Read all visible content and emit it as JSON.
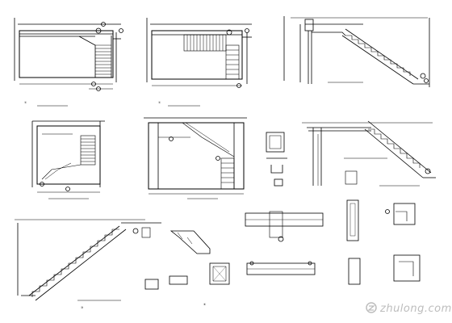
{
  "drawing": {
    "background": "#ffffff",
    "line_color": "#000000",
    "panels": [
      {
        "id": "plan-1",
        "caption_symbol": "①"
      },
      {
        "id": "plan-2",
        "caption_symbol": "①"
      },
      {
        "id": "flight-elevation-top",
        "caption_symbol": "①"
      },
      {
        "id": "plan-3",
        "caption_symbol": "②"
      },
      {
        "id": "plan-4",
        "caption_symbol": "②"
      },
      {
        "id": "flight-elevation-mid",
        "caption_symbol": "②"
      },
      {
        "id": "flight-elevation-bottom",
        "caption_symbol": "③"
      },
      {
        "id": "details",
        "caption_symbol": "④"
      }
    ]
  },
  "watermark": {
    "text": "zhulong.com",
    "color": "#bdbdbd"
  }
}
